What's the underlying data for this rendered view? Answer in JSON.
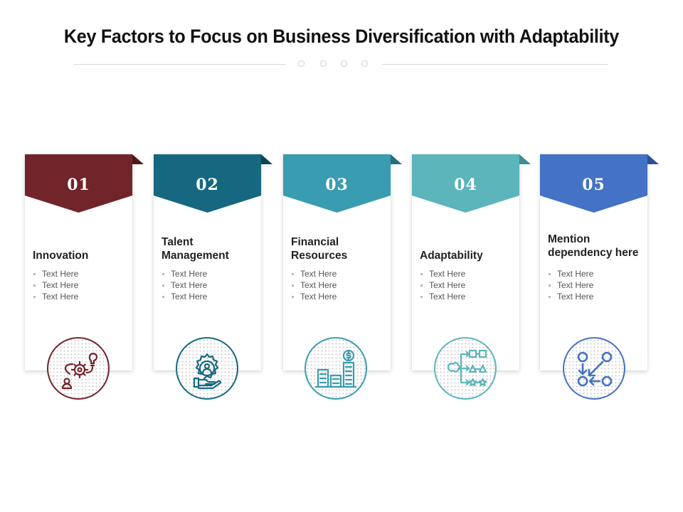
{
  "title": "Key Factors to Focus on Business Diversification with Adaptability",
  "cards": [
    {
      "number": "01",
      "heading": [
        "",
        "Innovation"
      ],
      "bullets": [
        "Text Here",
        "Text Here",
        "Text Here"
      ],
      "color": "#72242b",
      "color_dark": "#4e171c",
      "icon": "innovation-process-icon"
    },
    {
      "number": "02",
      "heading": [
        "Talent",
        "Management"
      ],
      "bullets": [
        "Text Here",
        "Text Here",
        "Text Here"
      ],
      "color": "#156880",
      "color_dark": "#0c4556",
      "icon": "talent-gear-hand-icon"
    },
    {
      "number": "03",
      "heading": [
        "Financial",
        "Resources"
      ],
      "bullets": [
        "Text Here",
        "Text Here",
        "Text Here"
      ],
      "color": "#3a9cb1",
      "color_dark": "#266e7e",
      "icon": "financial-bar-coin-icon"
    },
    {
      "number": "04",
      "heading": [
        "",
        "Adaptability"
      ],
      "bullets": [
        "Text Here",
        "Text Here",
        "Text Here"
      ],
      "color": "#5cb5ba",
      "color_dark": "#3f8b8f",
      "icon": "flowchart-shapes-icon"
    },
    {
      "number": "05",
      "heading": [
        "Mention",
        "dependency here"
      ],
      "bullets": [
        "Text Here",
        "Text Here",
        "Text Here"
      ],
      "color": "#4472c4",
      "color_dark": "#2e5196",
      "icon": "dependency-arrows-icon"
    }
  ]
}
